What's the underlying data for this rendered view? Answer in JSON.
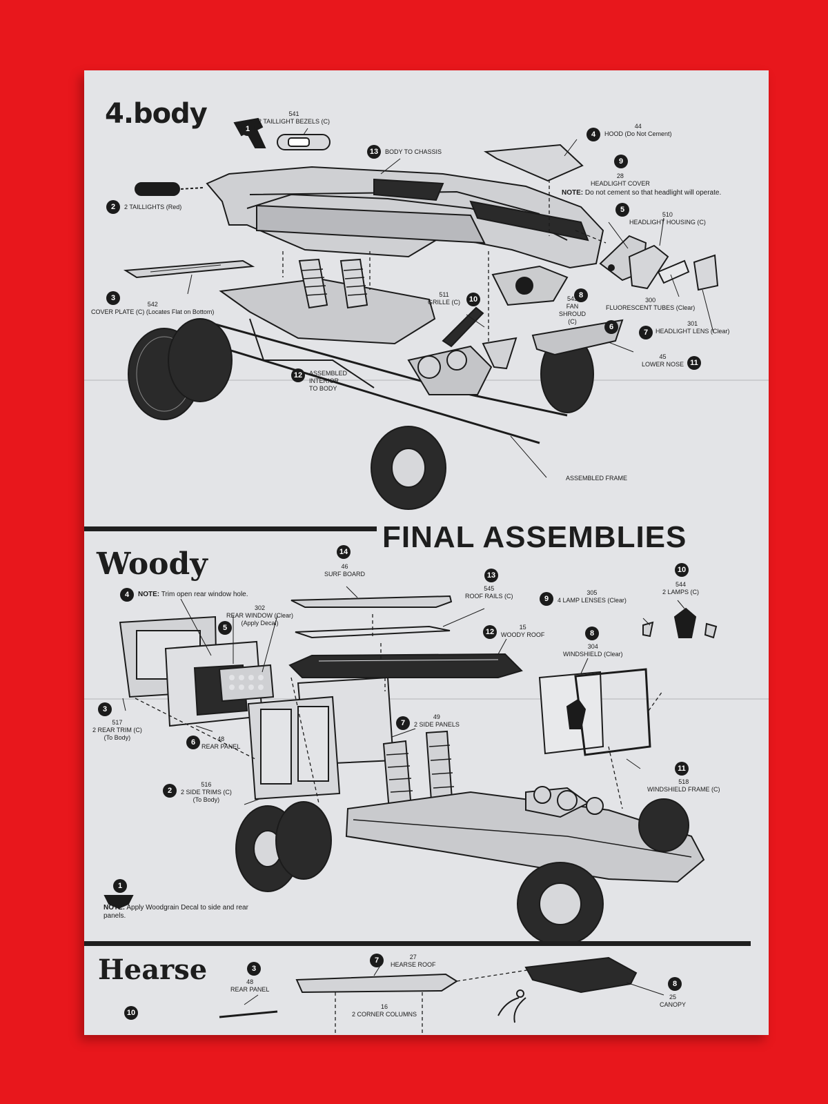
{
  "body_section": {
    "heading": "4.body",
    "parts": {
      "p1": {
        "step": "1"
      },
      "p541": {
        "number": "541",
        "name": "2 TAILLIGHT BEZELS (C)"
      },
      "p44": {
        "step": "4",
        "number": "44",
        "name": "HOOD",
        "note": "(Do Not Cement)"
      },
      "p13": {
        "step": "13",
        "name": "BODY TO CHASSIS"
      },
      "p9": {
        "step": "9",
        "number": "28",
        "name": "HEADLIGHT COVER"
      },
      "p2": {
        "step": "2",
        "name": "2 TAILLIGHTS",
        "note": "(Red)"
      },
      "p5": {
        "step": "5",
        "number": "510",
        "name": "HEADLIGHT HOUSING (C)"
      },
      "p3": {
        "step": "3",
        "number": "542",
        "name": "COVER PLATE (C)",
        "note": "(Locates Flat on Bottom)"
      },
      "p10": {
        "step": "10",
        "number": "511",
        "name": "GRILLE (C)"
      },
      "p8": {
        "step": "8",
        "number": "543",
        "l1": "FAN",
        "l2": "SHROUD",
        "l3": "(C)"
      },
      "p300": {
        "number": "300",
        "name": "FLUORESCENT TUBES",
        "note": "(Clear)"
      },
      "p6": {
        "step": "6"
      },
      "p7": {
        "step": "7",
        "number": "301",
        "name": "HEADLIGHT LENS",
        "note": "(Clear)"
      },
      "p11": {
        "step": "11",
        "number": "45",
        "name": "LOWER NOSE"
      },
      "p12": {
        "step": "12",
        "l1": "ASSEMBLED",
        "l2": "INTERIOR",
        "l3": "TO BODY"
      },
      "frame": {
        "name": "ASSEMBLED FRAME"
      }
    },
    "note": {
      "label": "NOTE:",
      "text": "Do not cement so that headlight will operate."
    }
  },
  "final_title": "FINAL ASSEMBLIES",
  "woody_section": {
    "heading": "Woody",
    "parts": {
      "p14": {
        "step": "14",
        "number": "46",
        "name": "SURF BOARD"
      },
      "p13": {
        "step": "13",
        "number": "545",
        "name": "ROOF RAILS (C)"
      },
      "p10": {
        "step": "10",
        "number": "544",
        "name": "2 LAMPS (C)"
      },
      "p9": {
        "step": "9",
        "number": "305",
        "name": "4 LAMP LENSES (Clear)"
      },
      "p5": {
        "step": "5",
        "number": "302",
        "name": "REAR WINDOW (Clear)",
        "note": "(Apply Decal)"
      },
      "p12": {
        "step": "12",
        "number": "15",
        "name": "WOODY ROOF"
      },
      "p8": {
        "step": "8",
        "number": "304",
        "name": "WINDSHIELD (Clear)"
      },
      "p3": {
        "step": "3",
        "number": "517",
        "name": "2 REAR TRIM (C)",
        "note": "(To Body)"
      },
      "p7": {
        "step": "7",
        "number": "49",
        "name": "2 SIDE PANELS"
      },
      "p6": {
        "step": "6",
        "number": "48",
        "name": "REAR PANEL"
      },
      "p11": {
        "step": "11",
        "number": "518",
        "name": "WINDSHIELD FRAME (C)"
      },
      "p2": {
        "step": "2",
        "number": "516",
        "name": "2 SIDE TRIMS (C)",
        "note": "(To Body)"
      },
      "p4": {
        "step": "4"
      },
      "p1": {
        "step": "1"
      }
    },
    "note_rear": {
      "label": "NOTE:",
      "text": "Trim open rear window hole."
    },
    "note_decal": {
      "label": "NOTE:",
      "text": "Apply Woodgrain Decal to side and rear panels."
    }
  },
  "hearse_section": {
    "heading": "Hearse",
    "parts": {
      "p3": {
        "step": "3",
        "number": "48",
        "name": "REAR PANEL"
      },
      "p7": {
        "step": "7",
        "number": "27",
        "name": "HEARSE ROOF"
      },
      "p8": {
        "step": "8",
        "number": "25",
        "name": "CANOPY"
      },
      "p16": {
        "number": "16",
        "name": "2 CORNER COLUMNS"
      },
      "p10": {
        "step": "10"
      }
    }
  },
  "colors": {
    "background": "#e8171c",
    "paper": "#e3e4e7",
    "ink": "#1b1b1b"
  }
}
